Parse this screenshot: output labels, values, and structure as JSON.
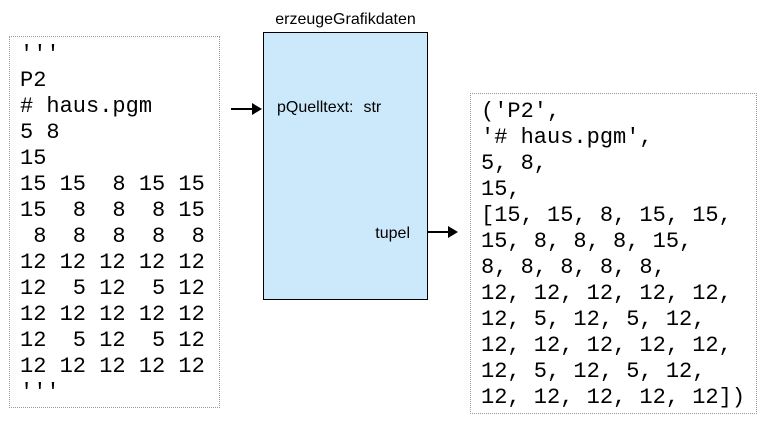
{
  "function_box": {
    "title": "erzeugeGrafikdaten",
    "param_label": "pQuelltext:",
    "param_type": "str",
    "return_label": "tupel",
    "fill_color": "#CCE9FB"
  },
  "source_box": {
    "lines": [
      "'''",
      "P2",
      "# haus.pgm",
      "5 8",
      "15",
      "15 15  8 15 15",
      "15  8  8  8 15",
      " 8  8  8  8  8",
      "12 12 12 12 12",
      "12  5 12  5 12",
      "12 12 12 12 12",
      "12  5 12  5 12",
      "12 12 12 12 12",
      "'''"
    ]
  },
  "result_box": {
    "lines": [
      "('P2',",
      "'# haus.pgm',",
      "5, 8,",
      "15,",
      "[15, 15, 8, 15, 15,",
      "15, 8, 8, 8, 15,",
      "8, 8, 8, 8, 8,",
      "12, 12, 12, 12, 12,",
      "12, 5, 12, 5, 12,",
      "12, 12, 12, 12, 12,",
      "12, 5, 12, 5, 12,",
      "12, 12, 12, 12, 12])"
    ]
  }
}
